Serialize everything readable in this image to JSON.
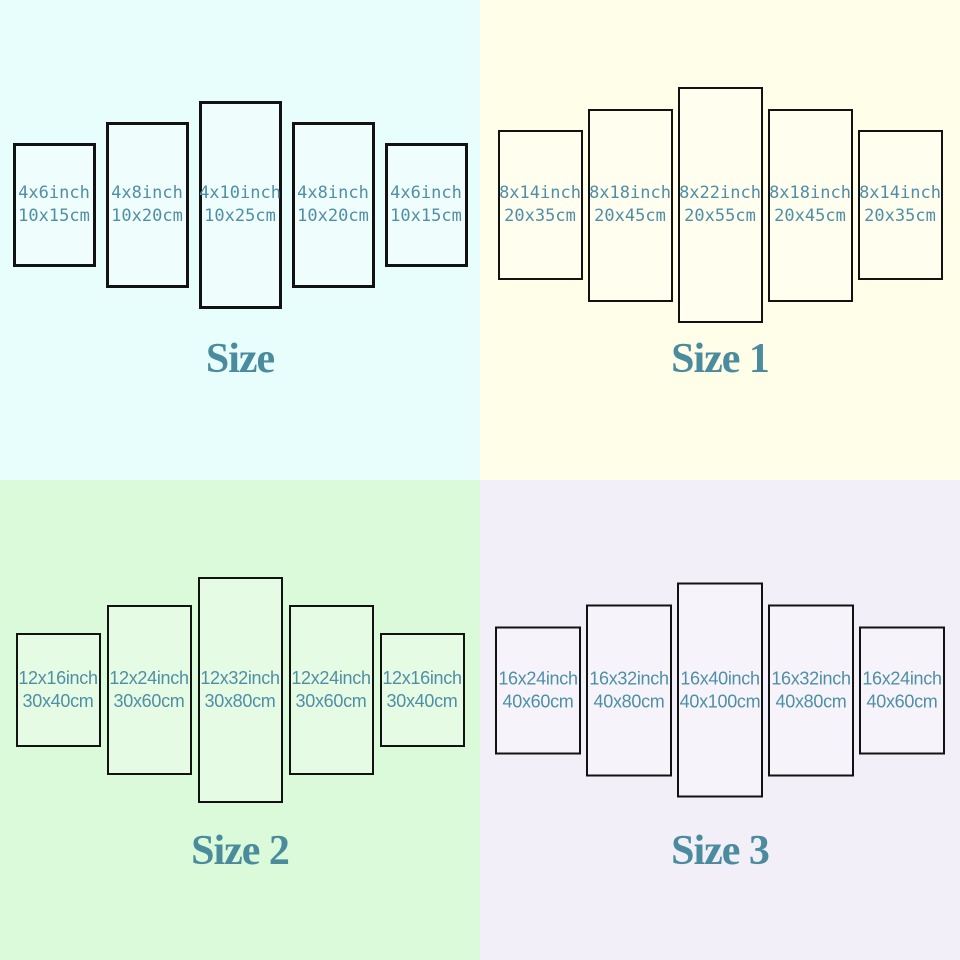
{
  "colors": {
    "quadrant_size_bg": "#e8fefd",
    "quadrant_size1_bg": "#fffee8",
    "quadrant_size2_bg": "#dbfad9",
    "quadrant_size3_bg": "#f2eff8",
    "panel_border": "#121212",
    "panel_text": "#4f8fa6",
    "title_text": "#4a8c9e"
  },
  "quadrants": [
    {
      "title": "Size",
      "background": "#e8fefd",
      "panels": [
        {
          "inch": "4x6inch",
          "cm": "10x15cm"
        },
        {
          "inch": "4x8inch",
          "cm": "10x20cm"
        },
        {
          "inch": "4x10inch",
          "cm": "10x25cm"
        },
        {
          "inch": "4x8inch",
          "cm": "10x20cm"
        },
        {
          "inch": "4x6inch",
          "cm": "10x15cm"
        }
      ]
    },
    {
      "title": "Size 1",
      "background": "#fffee8",
      "panels": [
        {
          "inch": "8x14inch",
          "cm": "20x35cm"
        },
        {
          "inch": "8x18inch",
          "cm": "20x45cm"
        },
        {
          "inch": "8x22inch",
          "cm": "20x55cm"
        },
        {
          "inch": "8x18inch",
          "cm": "20x45cm"
        },
        {
          "inch": "8x14inch",
          "cm": "20x35cm"
        }
      ]
    },
    {
      "title": "Size 2",
      "background": "#dbfad9",
      "panels": [
        {
          "inch": "12x16inch",
          "cm": "30x40cm"
        },
        {
          "inch": "12x24inch",
          "cm": "30x60cm"
        },
        {
          "inch": "12x32inch",
          "cm": "30x80cm"
        },
        {
          "inch": "12x24inch",
          "cm": "30x60cm"
        },
        {
          "inch": "12x16inch",
          "cm": "30x40cm"
        }
      ]
    },
    {
      "title": "Size 3",
      "background": "#f2eff8",
      "panels": [
        {
          "inch": "16x24inch",
          "cm": "40x60cm"
        },
        {
          "inch": "16x32inch",
          "cm": "40x80cm"
        },
        {
          "inch": "16x40inch",
          "cm": "40x100cm"
        },
        {
          "inch": "16x32inch",
          "cm": "40x80cm"
        },
        {
          "inch": "16x24inch",
          "cm": "40x60cm"
        }
      ]
    }
  ]
}
